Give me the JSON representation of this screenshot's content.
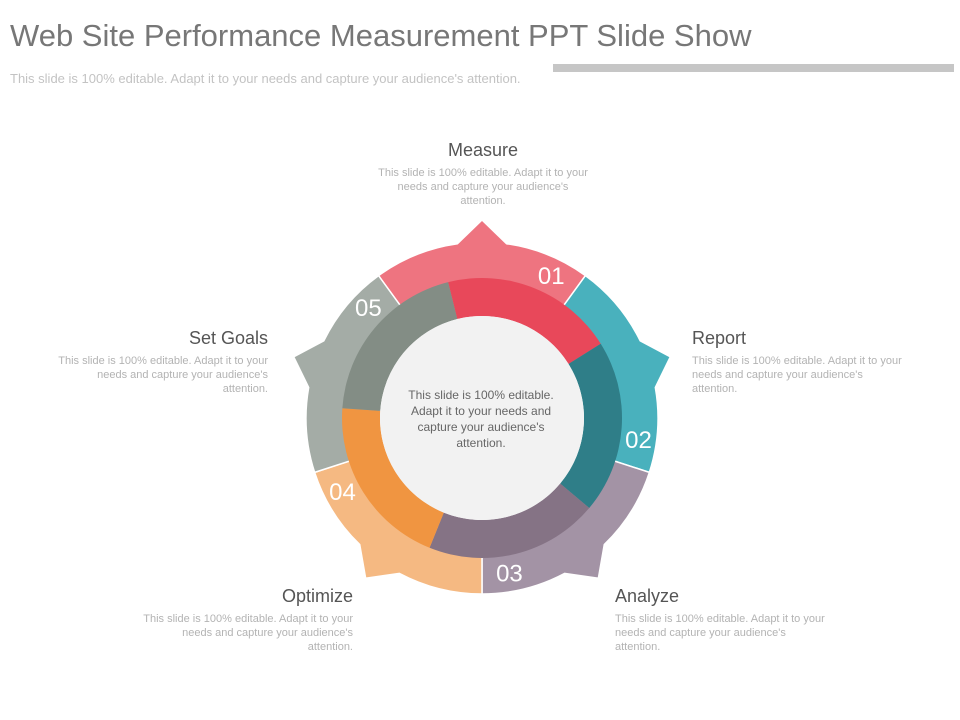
{
  "title": "Web Site Performance Measurement PPT Slide Show",
  "subtitle": "This slide is 100% editable. Adapt it to your needs and capture your audience's attention.",
  "center_text": "This slide is 100% editable. Adapt it to your needs and capture your audience's attention.",
  "steps": [
    {
      "number": "01",
      "label": "Measure",
      "text": "This slide is 100% editable. Adapt it to your needs and capture your audience's attention.",
      "outer_color": "#ee7480",
      "inner_color": "#e8485a"
    },
    {
      "number": "02",
      "label": "Report",
      "text": "This slide is 100% editable. Adapt it to your needs and capture your audience's attention.",
      "outer_color": "#49b1bd",
      "inner_color": "#2f7e88"
    },
    {
      "number": "03",
      "label": "Analyze",
      "text": "This slide is 100% editable. Adapt it to your needs and capture your audience's attention.",
      "outer_color": "#a393a5",
      "inner_color": "#857385"
    },
    {
      "number": "04",
      "label": "Optimize",
      "text": "This slide is 100% editable. Adapt it to your needs and capture your audience's attention.",
      "outer_color": "#f5b982",
      "inner_color": "#f09541"
    },
    {
      "number": "05",
      "label": "Set Goals",
      "text": "This slide is 100% editable. Adapt it to your needs and capture your audience's attention.",
      "outer_color": "#a4aca6",
      "inner_color": "#838d85"
    }
  ]
}
